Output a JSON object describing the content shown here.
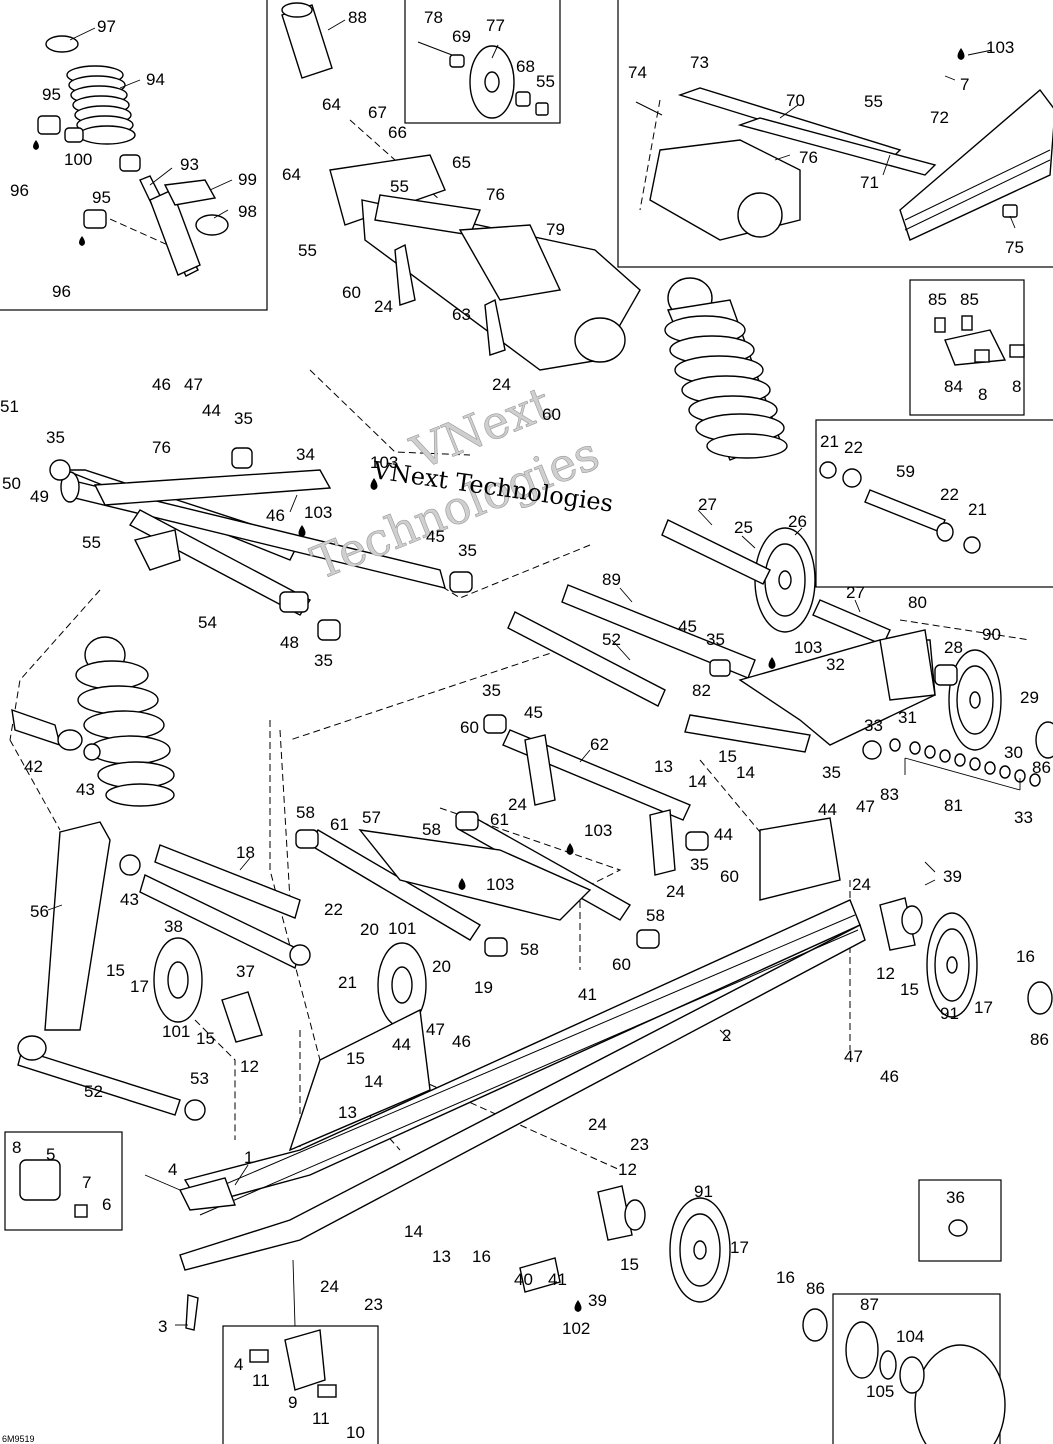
{
  "watermark": {
    "line1": "VNext",
    "line2": "Technologies",
    "overlay": "VNext Technologies"
  },
  "figure_id": "6M9519",
  "callouts": [
    {
      "id": "c97",
      "text": "97"
    },
    {
      "id": "c94",
      "text": "94"
    },
    {
      "id": "c95a",
      "text": "95"
    },
    {
      "id": "c100",
      "text": "100"
    },
    {
      "id": "c96a",
      "text": "96"
    },
    {
      "id": "c93",
      "text": "93"
    },
    {
      "id": "c99",
      "text": "99"
    },
    {
      "id": "c95b",
      "text": "95"
    },
    {
      "id": "c98",
      "text": "98"
    },
    {
      "id": "c96b",
      "text": "96"
    },
    {
      "id": "c88",
      "text": "88"
    },
    {
      "id": "c78",
      "text": "78"
    },
    {
      "id": "c69",
      "text": "69"
    },
    {
      "id": "c77",
      "text": "77"
    },
    {
      "id": "c68",
      "text": "68"
    },
    {
      "id": "c55a",
      "text": "55"
    },
    {
      "id": "c74",
      "text": "74"
    },
    {
      "id": "c73",
      "text": "73"
    },
    {
      "id": "c70",
      "text": "70"
    },
    {
      "id": "c55b",
      "text": "55"
    },
    {
      "id": "c103a",
      "text": "103"
    },
    {
      "id": "c7a",
      "text": "7"
    },
    {
      "id": "c72",
      "text": "72"
    },
    {
      "id": "c76a",
      "text": "76"
    },
    {
      "id": "c71",
      "text": "71"
    },
    {
      "id": "c75",
      "text": "75"
    },
    {
      "id": "c64a",
      "text": "64"
    },
    {
      "id": "c67",
      "text": "67"
    },
    {
      "id": "c66",
      "text": "66"
    },
    {
      "id": "c65",
      "text": "65"
    },
    {
      "id": "c64b",
      "text": "64"
    },
    {
      "id": "c55c",
      "text": "55"
    },
    {
      "id": "c76b",
      "text": "76"
    },
    {
      "id": "c79",
      "text": "79"
    },
    {
      "id": "c55d",
      "text": "55"
    },
    {
      "id": "c60a",
      "text": "60"
    },
    {
      "id": "c24a",
      "text": "24"
    },
    {
      "id": "c63",
      "text": "63"
    },
    {
      "id": "c24b",
      "text": "24"
    },
    {
      "id": "c60b",
      "text": "60"
    },
    {
      "id": "c85a",
      "text": "85"
    },
    {
      "id": "c85b",
      "text": "85"
    },
    {
      "id": "c84",
      "text": "84"
    },
    {
      "id": "c8a",
      "text": "8"
    },
    {
      "id": "c8b",
      "text": "8"
    },
    {
      "id": "c21a",
      "text": "21"
    },
    {
      "id": "c22a",
      "text": "22"
    },
    {
      "id": "c59",
      "text": "59"
    },
    {
      "id": "c22b",
      "text": "22"
    },
    {
      "id": "c21b",
      "text": "21"
    },
    {
      "id": "c46a",
      "text": "46"
    },
    {
      "id": "c47a",
      "text": "47"
    },
    {
      "id": "c44a",
      "text": "44"
    },
    {
      "id": "c35a",
      "text": "35"
    },
    {
      "id": "c51",
      "text": "51"
    },
    {
      "id": "c35b",
      "text": "35"
    },
    {
      "id": "c50",
      "text": "50"
    },
    {
      "id": "c49",
      "text": "49"
    },
    {
      "id": "c76c",
      "text": "76"
    },
    {
      "id": "c34",
      "text": "34"
    },
    {
      "id": "c103b",
      "text": "103"
    },
    {
      "id": "c103c",
      "text": "103"
    },
    {
      "id": "c46b",
      "text": "46"
    },
    {
      "id": "c55e",
      "text": "55"
    },
    {
      "id": "c45a",
      "text": "45"
    },
    {
      "id": "c35c",
      "text": "35"
    },
    {
      "id": "c54",
      "text": "54"
    },
    {
      "id": "c48",
      "text": "48"
    },
    {
      "id": "c35d",
      "text": "35"
    },
    {
      "id": "c27a",
      "text": "27"
    },
    {
      "id": "c25",
      "text": "25"
    },
    {
      "id": "c26",
      "text": "26"
    },
    {
      "id": "c89",
      "text": "89"
    },
    {
      "id": "c27b",
      "text": "27"
    },
    {
      "id": "c80",
      "text": "80"
    },
    {
      "id": "c52a",
      "text": "52"
    },
    {
      "id": "c45b",
      "text": "45"
    },
    {
      "id": "c35e",
      "text": "35"
    },
    {
      "id": "c103d",
      "text": "103"
    },
    {
      "id": "c28",
      "text": "28"
    },
    {
      "id": "c90",
      "text": "90"
    },
    {
      "id": "c32",
      "text": "32"
    },
    {
      "id": "c29",
      "text": "29"
    },
    {
      "id": "c82",
      "text": "82"
    },
    {
      "id": "c33a",
      "text": "33"
    },
    {
      "id": "c31",
      "text": "31"
    },
    {
      "id": "c30",
      "text": "30"
    },
    {
      "id": "c86a",
      "text": "86"
    },
    {
      "id": "c35f",
      "text": "35"
    },
    {
      "id": "c45c",
      "text": "45"
    },
    {
      "id": "c60c",
      "text": "60"
    },
    {
      "id": "c62",
      "text": "62"
    },
    {
      "id": "c15a",
      "text": "15"
    },
    {
      "id": "c14a",
      "text": "14"
    },
    {
      "id": "c13a",
      "text": "13"
    },
    {
      "id": "c14b",
      "text": "14"
    },
    {
      "id": "c35g",
      "text": "35"
    },
    {
      "id": "c83",
      "text": "83"
    },
    {
      "id": "c81",
      "text": "81"
    },
    {
      "id": "c33b",
      "text": "33"
    },
    {
      "id": "c24c",
      "text": "24"
    },
    {
      "id": "c42",
      "text": "42"
    },
    {
      "id": "c43a",
      "text": "43"
    },
    {
      "id": "c58a",
      "text": "58"
    },
    {
      "id": "c61a",
      "text": "61"
    },
    {
      "id": "c57",
      "text": "57"
    },
    {
      "id": "c58b",
      "text": "58"
    },
    {
      "id": "c61b",
      "text": "61"
    },
    {
      "id": "c103e",
      "text": "103"
    },
    {
      "id": "c103f",
      "text": "103"
    },
    {
      "id": "c44b",
      "text": "44"
    },
    {
      "id": "c47b",
      "text": "47"
    },
    {
      "id": "c35h",
      "text": "35"
    },
    {
      "id": "c44c",
      "text": "44"
    },
    {
      "id": "c60d",
      "text": "60"
    },
    {
      "id": "c24d",
      "text": "24"
    },
    {
      "id": "c39a",
      "text": "39"
    },
    {
      "id": "c24e",
      "text": "24"
    },
    {
      "id": "c56",
      "text": "56"
    },
    {
      "id": "c43b",
      "text": "43"
    },
    {
      "id": "c18",
      "text": "18"
    },
    {
      "id": "c38",
      "text": "38"
    },
    {
      "id": "c22c",
      "text": "22"
    },
    {
      "id": "c20a",
      "text": "20"
    },
    {
      "id": "c101a",
      "text": "101"
    },
    {
      "id": "c58c",
      "text": "58"
    },
    {
      "id": "c58d",
      "text": "58"
    },
    {
      "id": "c15b",
      "text": "15"
    },
    {
      "id": "c17a",
      "text": "17"
    },
    {
      "id": "c37",
      "text": "37"
    },
    {
      "id": "c21c",
      "text": "21"
    },
    {
      "id": "c20b",
      "text": "20"
    },
    {
      "id": "c19",
      "text": "19"
    },
    {
      "id": "c12a",
      "text": "12"
    },
    {
      "id": "c16a",
      "text": "16"
    },
    {
      "id": "c60e",
      "text": "60"
    },
    {
      "id": "c41a",
      "text": "41"
    },
    {
      "id": "c101b",
      "text": "101"
    },
    {
      "id": "c15c",
      "text": "15"
    },
    {
      "id": "c12b",
      "text": "12"
    },
    {
      "id": "c15d",
      "text": "15"
    },
    {
      "id": "c91a",
      "text": "91"
    },
    {
      "id": "c17b",
      "text": "17"
    },
    {
      "id": "c86b",
      "text": "86"
    },
    {
      "id": "c2",
      "text": "2"
    },
    {
      "id": "c47c",
      "text": "47"
    },
    {
      "id": "c46c",
      "text": "46"
    },
    {
      "id": "c15e",
      "text": "15"
    },
    {
      "id": "c14c",
      "text": "14"
    },
    {
      "id": "c44d",
      "text": "44"
    },
    {
      "id": "c47d",
      "text": "47"
    },
    {
      "id": "c46d",
      "text": "46"
    },
    {
      "id": "c13b",
      "text": "13"
    },
    {
      "id": "c52b",
      "text": "52"
    },
    {
      "id": "c53",
      "text": "53"
    },
    {
      "id": "c24f",
      "text": "24"
    },
    {
      "id": "c23a",
      "text": "23"
    },
    {
      "id": "c8c",
      "text": "8"
    },
    {
      "id": "c5",
      "text": "5"
    },
    {
      "id": "c7b",
      "text": "7"
    },
    {
      "id": "c6",
      "text": "6"
    },
    {
      "id": "c4a",
      "text": "4"
    },
    {
      "id": "c1",
      "text": "1"
    },
    {
      "id": "c12c",
      "text": "12"
    },
    {
      "id": "c91b",
      "text": "91"
    },
    {
      "id": "c17c",
      "text": "17"
    },
    {
      "id": "c14d",
      "text": "14"
    },
    {
      "id": "c13c",
      "text": "13"
    },
    {
      "id": "c16b",
      "text": "16"
    },
    {
      "id": "c15f",
      "text": "15"
    },
    {
      "id": "c36",
      "text": "36"
    },
    {
      "id": "c24g",
      "text": "24"
    },
    {
      "id": "c23b",
      "text": "23"
    },
    {
      "id": "c40",
      "text": "40"
    },
    {
      "id": "c41b",
      "text": "41"
    },
    {
      "id": "c39b",
      "text": "39"
    },
    {
      "id": "c16c",
      "text": "16"
    },
    {
      "id": "c86c",
      "text": "86"
    },
    {
      "id": "c102",
      "text": "102"
    },
    {
      "id": "c3",
      "text": "3"
    },
    {
      "id": "c87",
      "text": "87"
    },
    {
      "id": "c104",
      "text": "104"
    },
    {
      "id": "c105",
      "text": "105"
    },
    {
      "id": "c4b",
      "text": "4"
    },
    {
      "id": "c11a",
      "text": "11"
    },
    {
      "id": "c9",
      "text": "9"
    },
    {
      "id": "c11b",
      "text": "11"
    },
    {
      "id": "c10",
      "text": "10"
    }
  ]
}
